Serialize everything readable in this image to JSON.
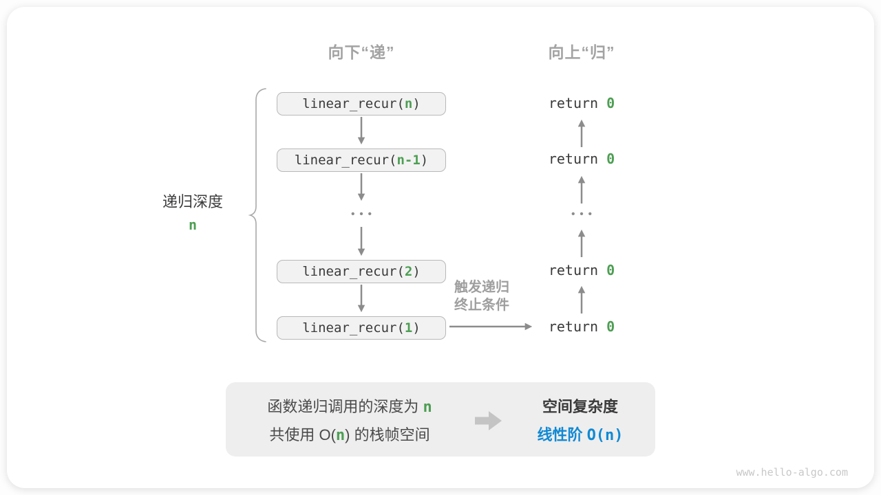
{
  "colors": {
    "green": "#4d9e53",
    "blue": "#1189d4",
    "box_bg": "#f2f2f2",
    "box_border": "#b8b8b8",
    "summary_bg": "#eeeeee"
  },
  "headers": {
    "descend": "向下“递”",
    "ascend": "向上“归”"
  },
  "depth": {
    "label": "递归深度",
    "value": "n"
  },
  "call_stack": {
    "boxes": [
      {
        "pre": "linear_recur(",
        "arg": "n",
        "post": ")"
      },
      {
        "pre": "linear_recur(",
        "arg": "n-1",
        "post": ")"
      },
      {
        "pre": "linear_recur(",
        "arg": "2",
        "post": ")"
      },
      {
        "pre": "linear_recur(",
        "arg": "1",
        "post": ")"
      }
    ],
    "ellipsis": "•••"
  },
  "returns": {
    "items": [
      {
        "pre": "return ",
        "val": "0"
      },
      {
        "pre": "return ",
        "val": "0"
      },
      {
        "pre": "return ",
        "val": "0"
      },
      {
        "pre": "return ",
        "val": "0"
      }
    ],
    "ellipsis": "•••"
  },
  "trigger_note": {
    "line1": "触发递归",
    "line2": "终止条件"
  },
  "summary": {
    "depth_line": {
      "pre": "函数递归调用的深度为 ",
      "hl": "n",
      "post": ""
    },
    "space_line": {
      "pre": "共使用 O(",
      "hl": "n",
      "post": ") 的栈帧空间"
    },
    "result_title": "空间复杂度",
    "result_line": {
      "pre": "线性阶 ",
      "hl": "O(n)"
    }
  },
  "watermark": "www.hello-algo.com"
}
